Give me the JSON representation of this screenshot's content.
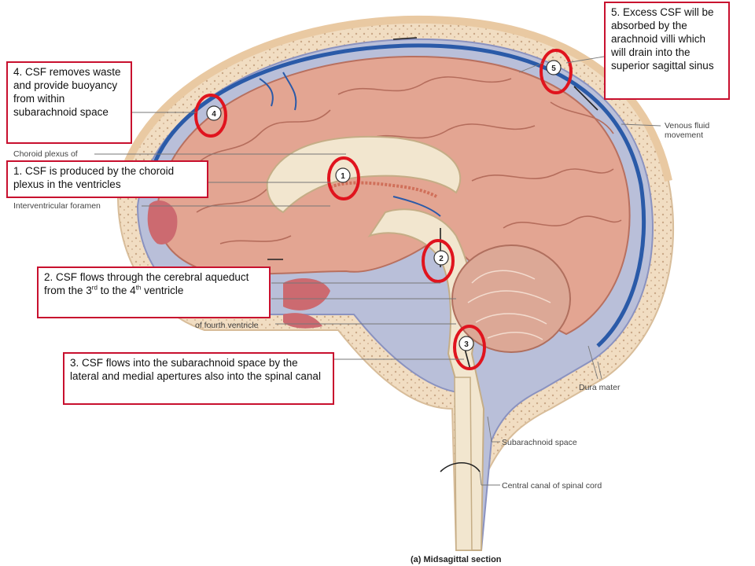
{
  "callouts": {
    "c1": {
      "text": "1. CSF is produced by the choroid plexus in the ventricles"
    },
    "c2": {
      "text_a": "2. CSF flows through the cerebral aqueduct from the 3",
      "sup_a": "rd",
      "text_b": " to the 4",
      "sup_b": "th",
      "text_c": " ventricle"
    },
    "c3": {
      "text": "3. CSF flows into the subarachnoid space by the lateral and medial apertures also into the spinal canal"
    },
    "c4": {
      "text": "4. CSF removes waste and provide buoyancy from within subarachnoid space"
    },
    "c5": {
      "text": "5. Excess CSF will be absorbed by the arachnoid villi which will drain into the superior sagittal sinus"
    }
  },
  "labels": {
    "choroid_plexus": "Choroid plexus of",
    "interventricular_foramen": "Interventricular foramen",
    "fourth_ventricle": "of fourth ventricle",
    "venous_fluid": "Venous fluid movement",
    "dura_mater": "Dura mater",
    "subarachnoid_space": "Subarachnoid space",
    "central_canal": "Central canal of spinal cord"
  },
  "markers": [
    "1",
    "2",
    "3",
    "4",
    "5"
  ],
  "caption": "(a) Midsagittal section",
  "colors": {
    "callout_border": "#c8102e",
    "brain": "#e3a592",
    "csf_space": "#b9bfd9",
    "vein": "#2a5aa8",
    "bone": "#f0dcc0"
  }
}
